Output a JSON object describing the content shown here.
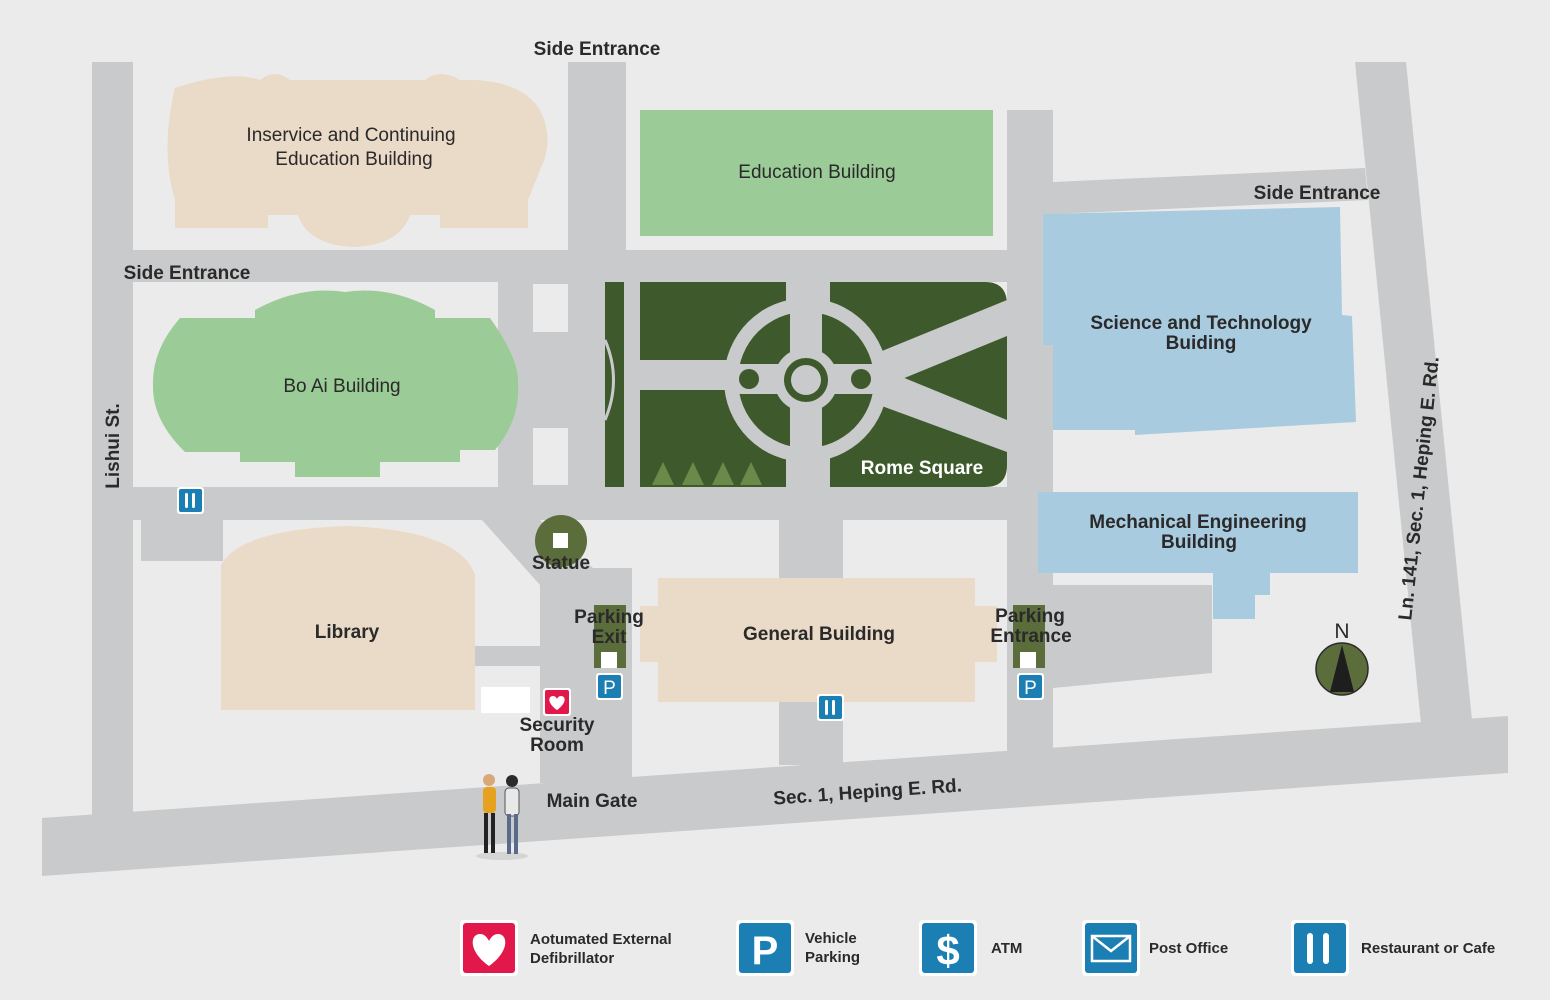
{
  "roads": {
    "side_entrance_top": "Side Entrance",
    "side_entrance_left": "Side Entrance",
    "side_entrance_right": "Side Entrance",
    "lishui": "Lishui St.",
    "heping": "Sec. 1, Heping E. Rd.",
    "lane": "Ln. 141, Sec. 1, Heping E. Rd.",
    "main_gate": "Main Gate"
  },
  "buildings": {
    "inservice_line1": "Inservice and Continuing",
    "inservice_line2": "Education Building",
    "education": "Education Building",
    "boai": "Bo Ai Building",
    "science_line1": "Science and Technology",
    "science_line2": "Buiding",
    "mechanical_line1": "Mechanical Engineering",
    "mechanical_line2": "Building",
    "library": "Library",
    "general": "General Building",
    "rome_square": "Rome Square",
    "statue": "Statue",
    "parking_exit_line1": "Parking",
    "parking_exit_line2": "Exit",
    "parking_entrance_line1": "Parking",
    "parking_entrance_line2": "Entrance",
    "security_line1": "Security",
    "security_line2": "Room"
  },
  "compass": "N",
  "legend": {
    "aed_line1": "Aotumated External",
    "aed_line2": "Defibrillator",
    "parking_line1": "Vehicle",
    "parking_line2": "Parking",
    "atm": "ATM",
    "post_office": "Post Office",
    "restaurant": "Restaurant or Cafe"
  },
  "icons": {
    "parking_glyph": "P",
    "atm_glyph": "$"
  },
  "colors": {
    "road": "#c9cacb",
    "background": "#ebebeb",
    "tan": "#eadac8",
    "light_green": "#9bcb96",
    "dark_green": "#3e5a2c",
    "light_blue": "#a9cbdf",
    "icon_blue": "#1c7fb4",
    "aed_red": "#e2184a"
  }
}
